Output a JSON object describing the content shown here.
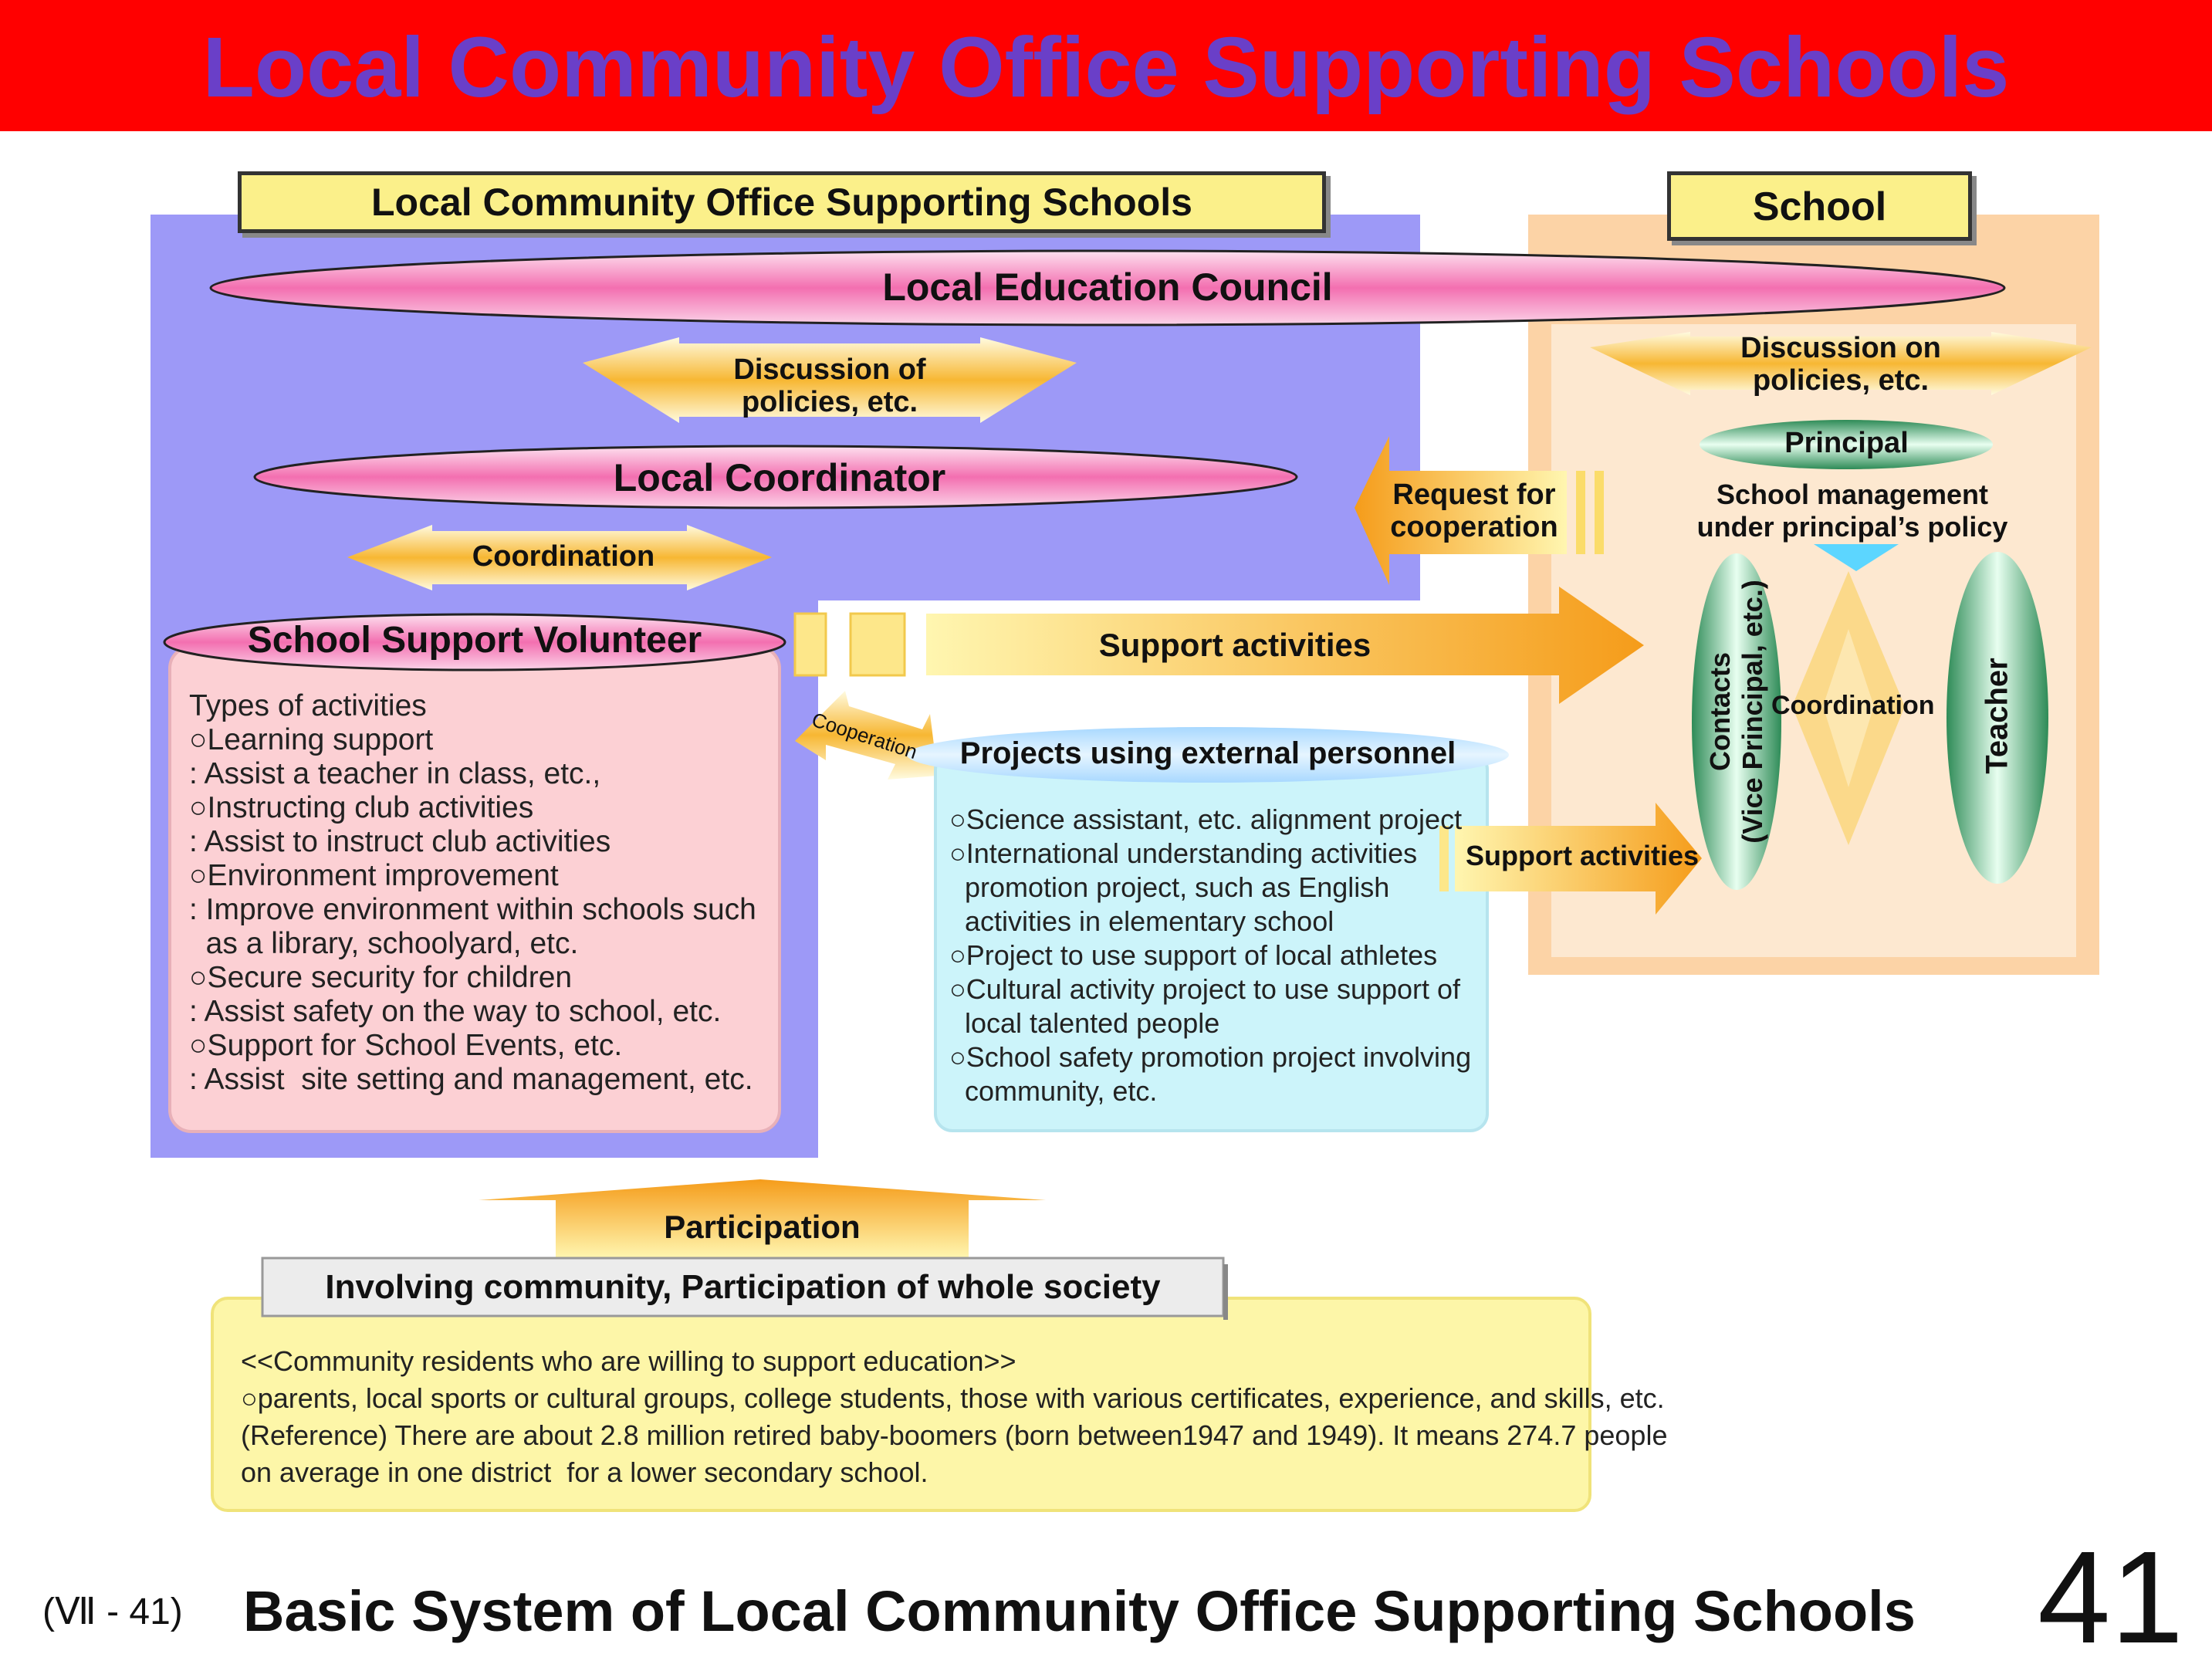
{
  "header": {
    "title": "Local Community Office Supporting Schools"
  },
  "left_panel": {
    "label": "Local Community Office Supporting Schools",
    "council": "Local Education Council",
    "discussion_arrow": "Discussion of\npolicies, etc.",
    "coordinator": "Local Coordinator",
    "coordination_arrow": "Coordination",
    "volunteer": "School Support Volunteer",
    "activities": "Types of activities\n○Learning support\n: Assist a teacher in class, etc.,\n○Instructing club activities\n: Assist to instruct club activities\n○Environment improvement\n: Improve environment within schools such\n  as a library, schoolyard, etc.\n○Secure security for children\n: Assist safety on the way to school, etc.\n○Support for School Events, etc.\n: Assist  site setting and management, etc."
  },
  "school_panel": {
    "label": "School",
    "discussion_arrow": "Discussion on\npolicies, etc.",
    "principal": "Principal",
    "management": "School management\nunder principal’s policy",
    "contacts": "Contacts\n(Vice Principal, etc.)",
    "coordination": "Coordination",
    "teacher": "Teacher"
  },
  "arrows": {
    "request": "Request for\ncooperation",
    "support_main": "Support activities",
    "cooperation": "Cooperation",
    "support_projects": "Support activities",
    "participation": "Participation"
  },
  "projects": {
    "title": "Projects using external personnel",
    "items": "○Science assistant, etc. alignment project\n○International understanding activities\n  promotion project, such as English\n  activities in elementary school\n○Project to use support of local athletes\n○Cultural activity project to use support of\n  local talented people\n○School safety promotion project involving\n  community, etc."
  },
  "community": {
    "title": "Involving community, Participation of whole society",
    "text": "<<Community residents who are willing to support education>>\n○parents, local sports or cultural groups, college students, those with various certificates, experience, and skills, etc.\n(Reference) There are about 2.8 million retired baby-boomers (born between1947 and 1949). It means 274.7 people\non average in one district  for a lower secondary school."
  },
  "footer": {
    "slide_ref": "(Ⅶ - 41)",
    "title": "Basic System of Local Community Office Supporting Schools",
    "page_number": "41"
  },
  "colors": {
    "header_red": "#ff0000",
    "title_purple": "#6a3fc8",
    "panel_purple": "#9d99f7",
    "panel_peach": "#fcd3a6",
    "ellipse_pink": "#f48cc0",
    "arrow_orange": "#f5a623",
    "teacher_green": "#2e8b57",
    "projects_cyan": "#ccf4fa",
    "community_yellow": "#fdf6a8"
  }
}
